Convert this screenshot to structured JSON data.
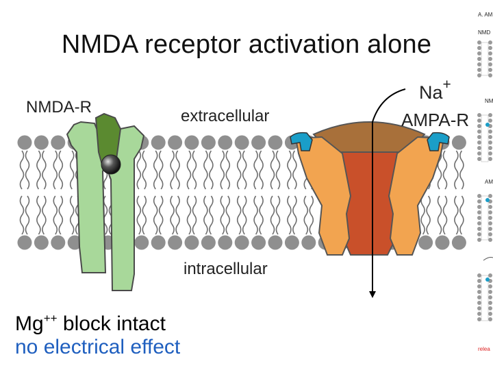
{
  "slide": {
    "title": "NMDA receptor activation alone"
  },
  "diagram": {
    "labels": {
      "nmda_receptor": "NMDA-R",
      "extracellular": "extracellular",
      "intracellular": "intracellular",
      "ion": "Na",
      "ion_charge": "+",
      "ampa_receptor": "AMPA-R"
    },
    "colors": {
      "membrane_head": "#8f8f8f",
      "nmda_light": "#a8d89a",
      "nmda_dark": "#5b8a30",
      "ampa_orange": "#f2a450",
      "ampa_channel": "#c9502a",
      "ampa_cap": "#a8703a",
      "ampa_site": "#1a9ec8",
      "caption_blue": "#1f5fbf"
    }
  },
  "caption": {
    "line1_prefix": "Mg",
    "line1_superscript": "++",
    "line1_suffix": " block intact",
    "line2": "no electrical effect"
  },
  "thumbnail": {
    "text_a": "A. AM",
    "text_b": "NMD",
    "text_c": "NM",
    "text_d": "AM",
    "text_e": "relea"
  }
}
